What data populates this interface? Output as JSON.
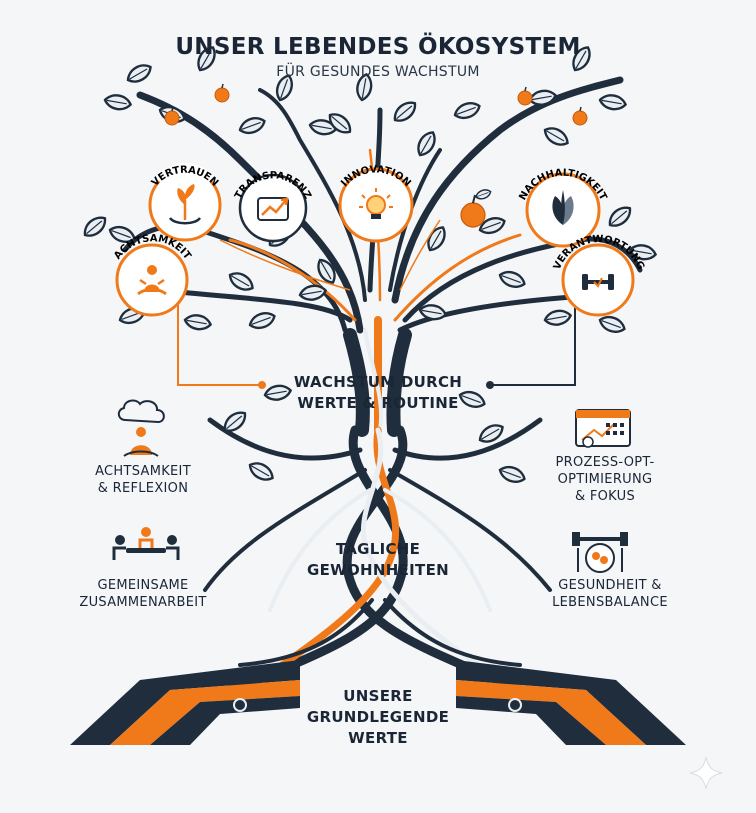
{
  "title": "UNSER LEBENDES ÖKOSYSTEM",
  "subtitle": "FÜR GESUNDES WACHSTUM",
  "values": [
    {
      "label": "VERTRAUEN",
      "icon": "plant-hands-icon"
    },
    {
      "label": "TRANSPARENZ",
      "icon": "growth-chart-icon"
    },
    {
      "label": "INNOVATION",
      "icon": "lightbulb-icon"
    },
    {
      "label": "NACHHALTIGKEIT",
      "icon": "leaf-icon"
    },
    {
      "label": "ACHTSAMKEIT",
      "icon": "meditation-icon"
    },
    {
      "label": "VERANTWORTUNG",
      "icon": "dumbbell-icon"
    }
  ],
  "trunk_label": {
    "line1": "WACHSTUM DURCH",
    "line2": "WERTE & ROUTINE"
  },
  "habits_label": {
    "line1": "TÄGLICHE",
    "line2": "GEWOHNHEITEN"
  },
  "roots_label": {
    "line1": "UNSERE",
    "line2": "GRUNDLEGENDE",
    "line3": "WERTE"
  },
  "side_items": {
    "left": [
      {
        "line1": "ACHTSAMKEIT",
        "line2": "& REFLEXION",
        "icon": "mindfulness-icon"
      },
      {
        "line1": "GEMEINSAME",
        "line2": "ZUSAMMENARBEIT",
        "icon": "teamwork-icon"
      }
    ],
    "right": [
      {
        "line1": "PROZESS-OPT-",
        "line2": "OPTIMIERUNG",
        "line3": "& FOKUS",
        "icon": "calendar-process-icon"
      },
      {
        "line1": "GESUNDHEIT &",
        "line2": "LEBENSBALANCE",
        "icon": "health-balance-icon"
      }
    ]
  },
  "colors": {
    "navy": "#1f2d3d",
    "orange": "#f07a1a",
    "leaf": "#e9eef3",
    "background": "#f4f6f8"
  }
}
